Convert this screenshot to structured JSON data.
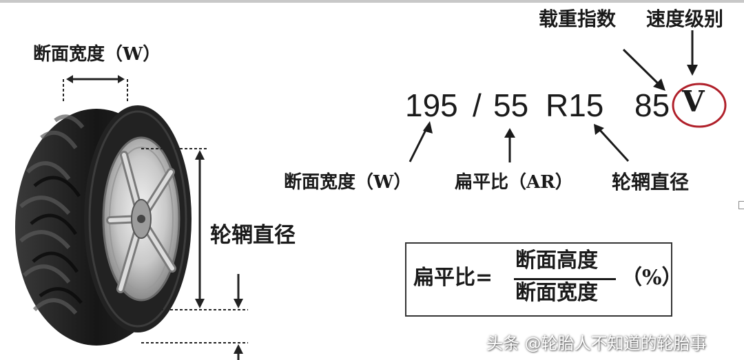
{
  "labels": {
    "section_width_top": "断面宽度（W）",
    "section_width": "断面宽度（W）",
    "aspect_ratio": "扁平比（AR）",
    "rim_diameter_bottom": "轮辋直径",
    "rim_diameter_side": "轮辋直径",
    "load_index": "载重指数",
    "speed_rating": "速度级别"
  },
  "tire_code": {
    "width": "195",
    "slash": "/",
    "aspect": "55",
    "rim": "R15",
    "load": "85",
    "speed": "V"
  },
  "formula": {
    "lhs": "扁平比=",
    "numerator": "断面高度",
    "denominator": "断面宽度",
    "unit": "（%）"
  },
  "watermark": "头条 @轮胎人不知道的轮胎事",
  "colors": {
    "highlight_circle": "#b0202a",
    "text": "#1a1a1a",
    "tire": "#1e1e1e"
  }
}
